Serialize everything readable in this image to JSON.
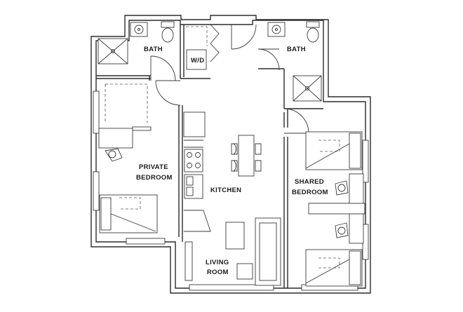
{
  "rooms": {
    "bath_left": "BATH",
    "washer_dryer": "W/D",
    "bath_right": "BATH",
    "private_bedroom_line1": "PRIVATE",
    "private_bedroom_line2": "BEDROOM",
    "kitchen": "KITCHEN",
    "shared_bedroom_line1": "SHARED",
    "shared_bedroom_line2": "BEDROOM",
    "living_room_line1": "LIVING",
    "living_room_line2": "ROOM"
  }
}
